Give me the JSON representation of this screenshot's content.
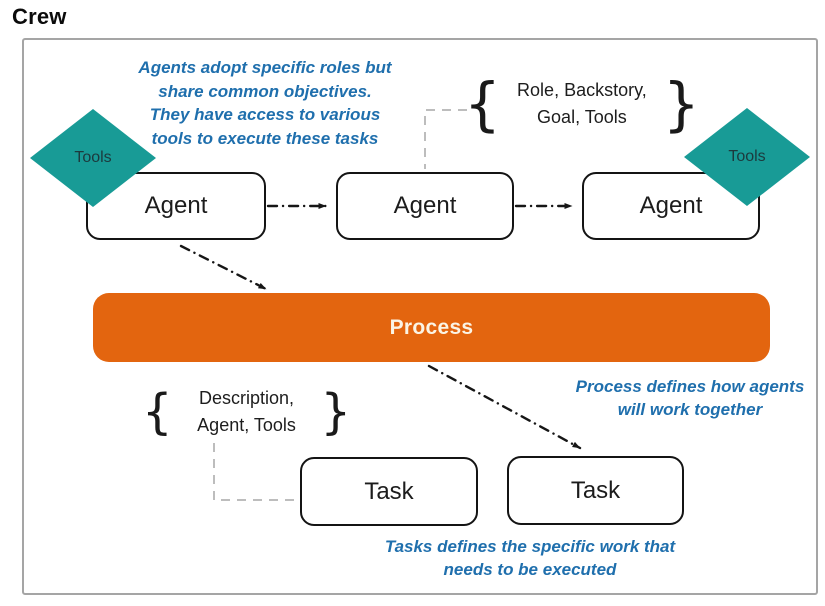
{
  "title": "Crew",
  "colors": {
    "teal": "#189b96",
    "orange": "#e3650f",
    "note_blue": "#1f6fad",
    "frame_gray": "#a5a5a5",
    "connector_gray": "#bdbdbd",
    "line_black": "#161616",
    "process_text": "#fbf4e5"
  },
  "diagram": {
    "agents": [
      {
        "label": "Agent"
      },
      {
        "label": "Agent"
      },
      {
        "label": "Agent"
      }
    ],
    "tasks": [
      {
        "label": "Task"
      },
      {
        "label": "Task"
      }
    ],
    "process": {
      "label": "Process"
    },
    "tools_badges": [
      {
        "label": "Tools"
      },
      {
        "label": "Tools"
      }
    ],
    "agent_attributes": {
      "open_brace": "{",
      "close_brace": "}",
      "lines": [
        "Role, Backstory,",
        "Goal, Tools"
      ]
    },
    "task_attributes": {
      "open_brace": "{",
      "close_brace": "}",
      "lines": [
        "Description,",
        "Agent, Tools"
      ]
    },
    "notes": {
      "agents": {
        "lines": [
          "Agents adopt specific roles but",
          "share common objectives.",
          "They have access to various",
          "tools to execute these tasks"
        ]
      },
      "process": {
        "lines": [
          "Process defines how agents",
          "will work together"
        ]
      },
      "tasks": {
        "lines": [
          "Tasks defines the specific work that",
          "needs to be executed"
        ]
      }
    }
  }
}
